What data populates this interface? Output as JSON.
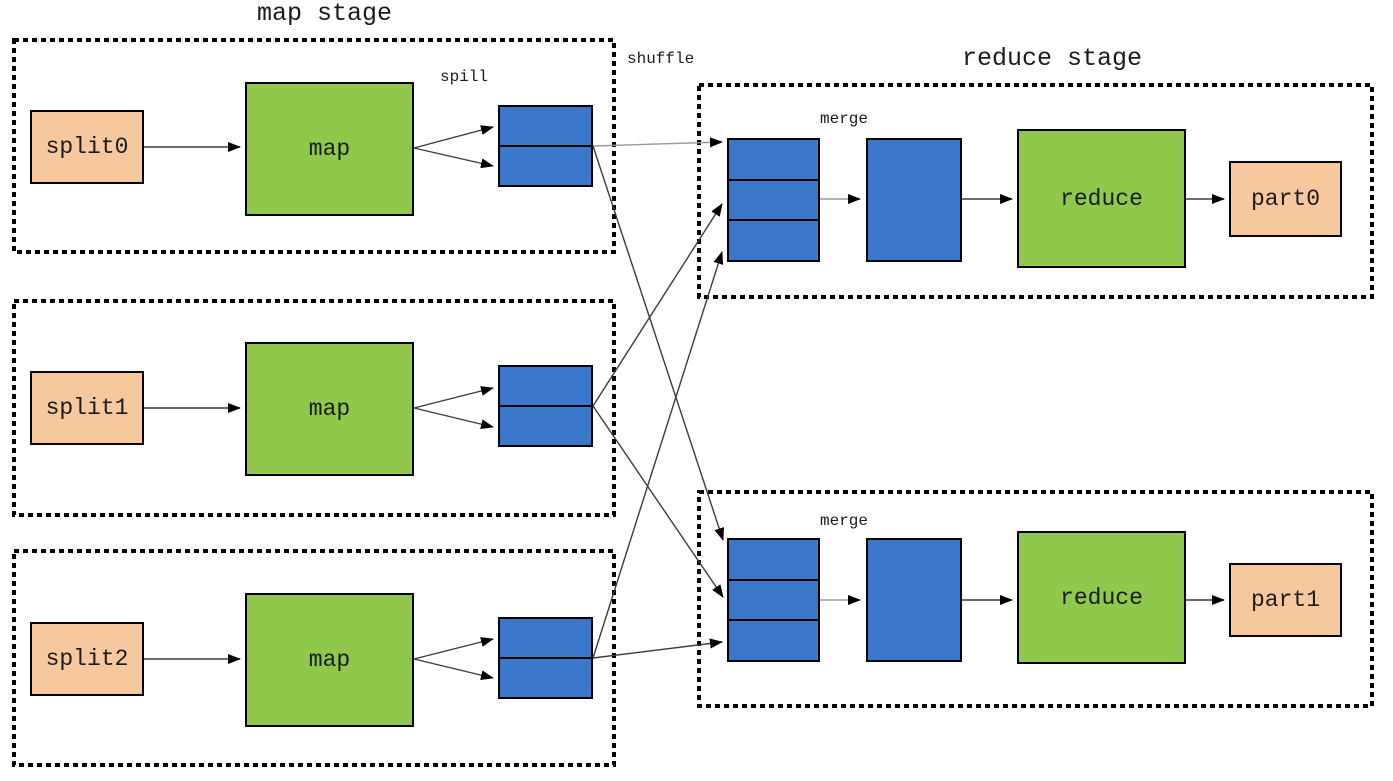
{
  "diagram": {
    "map_stage_title": "map stage",
    "reduce_stage_title": "reduce stage",
    "shuffle_label": "shuffle",
    "spill_label": "spill"
  },
  "map_tasks": [
    {
      "split": "split0",
      "map": "map"
    },
    {
      "split": "split1",
      "map": "map"
    },
    {
      "split": "split2",
      "map": "map"
    }
  ],
  "reduce_tasks": [
    {
      "merge": "merge",
      "reduce": "reduce",
      "part": "part0"
    },
    {
      "merge": "merge",
      "reduce": "reduce",
      "part": "part1"
    }
  ],
  "colors": {
    "orange": "#f7c89e",
    "green": "#8fc84b",
    "blue": "#3a76c9",
    "line": "#3c3c3c",
    "line_gray": "#9a9a9a",
    "border": "#000000",
    "text": "#1b1b1b",
    "bg": "#ffffff"
  }
}
